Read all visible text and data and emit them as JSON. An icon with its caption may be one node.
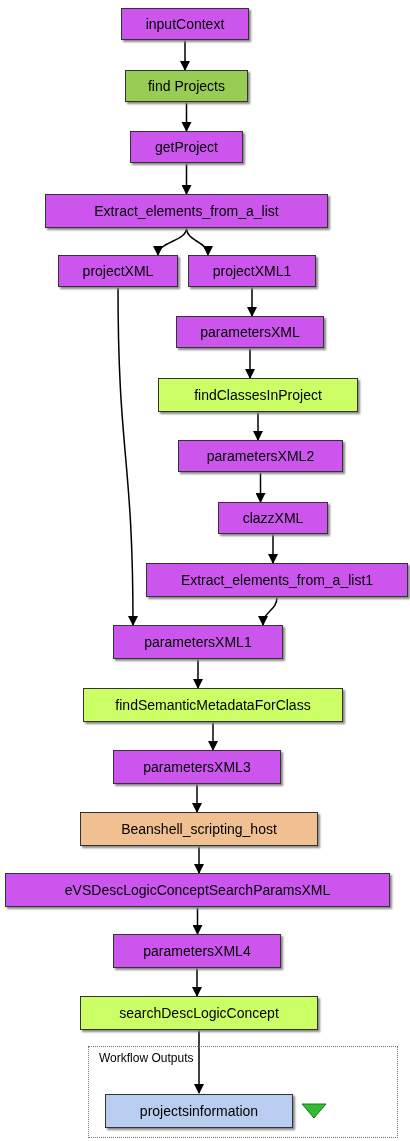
{
  "diagram": {
    "nodes": [
      {
        "text": [
          "inputContext"
        ]
      },
      {
        "text": [
          "find Projects"
        ]
      },
      {
        "text": [
          "getProject"
        ]
      },
      {
        "text": [
          "Extract_elements_from_a_list"
        ]
      },
      {
        "text": [
          "projectXML"
        ]
      },
      {
        "text": [
          "projectXML1"
        ]
      },
      {
        "text": [
          "parametersXML"
        ]
      },
      {
        "text": [
          "findClassesInProject"
        ]
      },
      {
        "text": [
          "parametersXML2"
        ]
      },
      {
        "text": [
          "clazzXML"
        ]
      },
      {
        "text": [
          "Extract_elements_from_a_list1"
        ]
      },
      {
        "text": [
          "parametersXML1"
        ]
      },
      {
        "text": [
          "findSemanticMetadataForClass"
        ]
      },
      {
        "text": [
          "parametersXML3"
        ]
      },
      {
        "text": [
          "Beanshell_scripting_host"
        ]
      },
      {
        "text": [
          "eVSDescLogicConceptSearchParamsXML"
        ]
      },
      {
        "text": [
          "parametersXML4"
        ]
      },
      {
        "text": [
          "searchDescLogicConcept"
        ]
      },
      {
        "text": [
          "Workflow Outputs"
        ]
      },
      {
        "text": [
          "projectsinformation"
        ],
        "in": 18
      }
    ],
    "edges": [
      {
        "from": 0,
        "to": 1,
        "arrow": "to"
      },
      {
        "from": 1,
        "to": 2,
        "arrow": "to"
      },
      {
        "from": 2,
        "to": 3,
        "arrow": "to"
      },
      {
        "from": 3,
        "to": 4,
        "arrow": "to"
      },
      {
        "from": 3,
        "to": 5,
        "arrow": "to"
      },
      {
        "from": 5,
        "to": 6,
        "arrow": "to"
      },
      {
        "from": 6,
        "to": 7,
        "arrow": "to"
      },
      {
        "from": 7,
        "to": 8,
        "arrow": "to"
      },
      {
        "from": 8,
        "to": 9,
        "arrow": "to"
      },
      {
        "from": 9,
        "to": 10,
        "arrow": "to"
      },
      {
        "from": 4,
        "to": 11,
        "arrow": "to"
      },
      {
        "from": 10,
        "to": 11,
        "arrow": "to"
      },
      {
        "from": 11,
        "to": 12,
        "arrow": "to"
      },
      {
        "from": 12,
        "to": 13,
        "arrow": "to"
      },
      {
        "from": 13,
        "to": 14,
        "arrow": "to"
      },
      {
        "from": 14,
        "to": 15,
        "arrow": "to"
      },
      {
        "from": 15,
        "to": 16,
        "arrow": "to"
      },
      {
        "from": 16,
        "to": 17,
        "arrow": "to"
      },
      {
        "from": 17,
        "to": 19,
        "arrow": "to"
      }
    ]
  }
}
